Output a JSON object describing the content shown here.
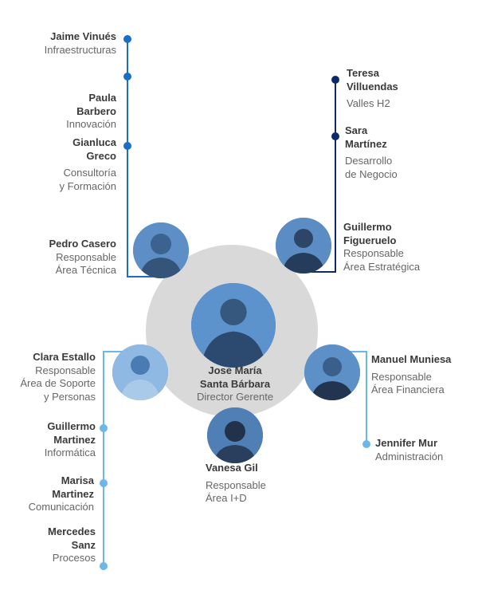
{
  "colors": {
    "left_branch": "#1a6fc4",
    "right_branch": "#0d2a66",
    "lower_branch": "#6cb6ea",
    "center_circle": "#d9d9d9"
  },
  "director": {
    "name_line1": "Jose María",
    "name_line2": "Santa Bárbara",
    "role": "Director Gerente"
  },
  "left_branch": {
    "members": [
      {
        "name": [
          "Jaime Vinués"
        ],
        "role": [
          "Infraestructuras"
        ]
      },
      {
        "name": [
          "Paula",
          "Barbero"
        ],
        "role": [
          "Innovación"
        ]
      },
      {
        "name": [
          "Gianluca",
          "Greco"
        ],
        "role": [
          "Consultoría",
          "y Formación"
        ]
      }
    ],
    "head": {
      "name": [
        "Pedro Casero"
      ],
      "role": [
        "Responsable",
        "Área Técnica"
      ]
    }
  },
  "right_branch": {
    "members": [
      {
        "name": [
          "Teresa",
          "Villuendas"
        ],
        "role": [
          "Valles H2"
        ]
      },
      {
        "name": [
          "Sara",
          "Martínez"
        ],
        "role": [
          "Desarrollo",
          "de Negocio"
        ]
      }
    ],
    "head": {
      "name": [
        "Guillermo",
        "Figueruelo"
      ],
      "role": [
        "Responsable",
        "Área Estratégica"
      ]
    }
  },
  "support_branch": {
    "head": {
      "name": [
        "Clara Estallo"
      ],
      "role": [
        "Responsable",
        "Área de Soporte",
        "y Personas"
      ]
    },
    "members": [
      {
        "name": [
          "Guillermo",
          "Martinez"
        ],
        "role": [
          "Informática"
        ]
      },
      {
        "name": [
          "Marisa",
          "Martinez"
        ],
        "role": [
          "Comunicación"
        ]
      },
      {
        "name": [
          "Mercedes",
          "Sanz"
        ],
        "role": [
          "Procesos"
        ]
      }
    ]
  },
  "finance_branch": {
    "head": {
      "name": [
        "Manuel Muniesa"
      ],
      "role": [
        "Responsable",
        "Área Financiera"
      ]
    },
    "members": [
      {
        "name": [
          "Jennifer Mur"
        ],
        "role": [
          "Administración"
        ]
      }
    ]
  },
  "rd_branch": {
    "head": {
      "name": [
        "Vanesa Gil"
      ],
      "role": [
        "Responsable",
        "Área I+D"
      ]
    }
  }
}
